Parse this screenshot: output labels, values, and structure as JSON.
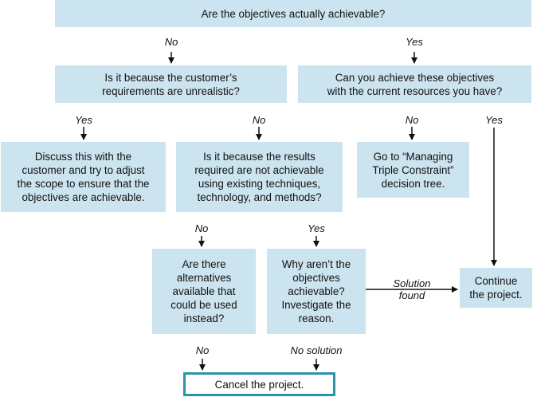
{
  "flow": {
    "nodes": {
      "q_achievable": "Are the objectives actually achievable?",
      "q_unrealistic": "Is it because the customer’s\nrequirements are unrealistic?",
      "q_resources": "Can you achieve these objectives\nwith the current resources you have?",
      "discuss": "Discuss this with the\ncustomer and try to adjust\nthe scope to ensure that the\nobjectives are achievable.",
      "q_results": "Is it because the results\nrequired are not achievable\nusing existing techniques,\ntechnology, and methods?",
      "goto_tree": "Go to “Managing\nTriple Constraint”\ndecision tree.",
      "alternatives": "Are there\nalternatives\navailable that\ncould be used\ninstead?",
      "investigate": "Why aren’t the\nobjectives\nachievable?\nInvestigate the\nreason.",
      "continue": "Continue\nthe project.",
      "cancel": "Cancel the project."
    },
    "edges": {
      "no": "No",
      "yes": "Yes",
      "solution_found": "Solution\nfound",
      "no_solution": "No solution"
    }
  }
}
